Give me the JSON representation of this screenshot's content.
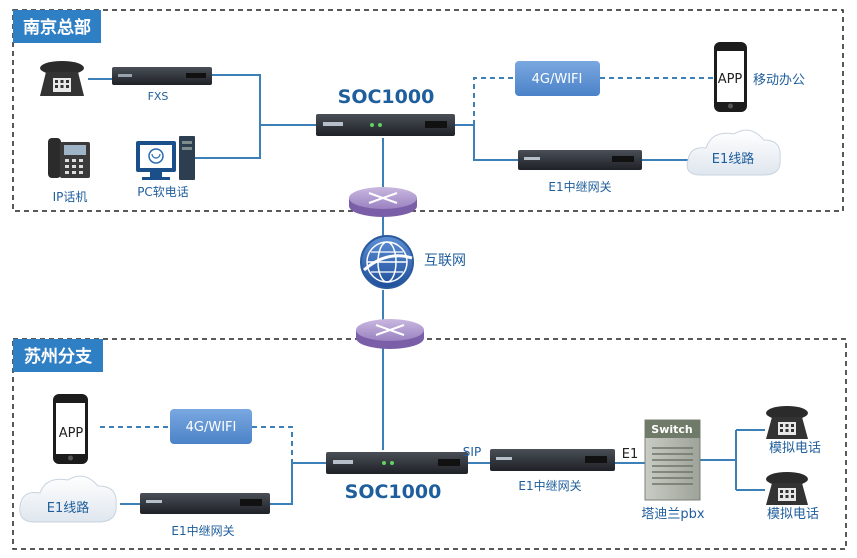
{
  "regions": {
    "hq": "南京总部",
    "branch": "苏州分支"
  },
  "hq": {
    "fxs_label": "FXS",
    "ip_phone_label": "IP话机",
    "pc_phone_label": "PC软电话",
    "soc_label": "SOC1000",
    "wireless_label": "4G/WIFI",
    "app_text": "APP",
    "mobile_label": "移动办公",
    "e1_gateway_label": "E1中继网关",
    "e1_line_label": "E1线路"
  },
  "internet_label": "互联网",
  "branch": {
    "app_text": "APP",
    "wireless_label": "4G/WIFI",
    "e1_line_label": "E1线路",
    "e1_gateway_left_label": "E1中继网关",
    "soc_label": "SOC1000",
    "sip_label": "SIP",
    "e1_gateway_right_label": "E1中继网关",
    "e1_label": "E1",
    "switch_text": "Switch",
    "pbx_label": "塔迪兰pbx",
    "analog_phone_top_label": "模拟电话",
    "analog_phone_bottom_label": "模拟电话"
  },
  "colors": {
    "link": "#3d7fb7",
    "title_bg": "#2f7fc4",
    "title_text": "#ffffff",
    "label_text": "#1f5e9c",
    "dark_text": "#333333",
    "wifi_pill": "#5b93d3",
    "router": "#8a6fb3"
  }
}
